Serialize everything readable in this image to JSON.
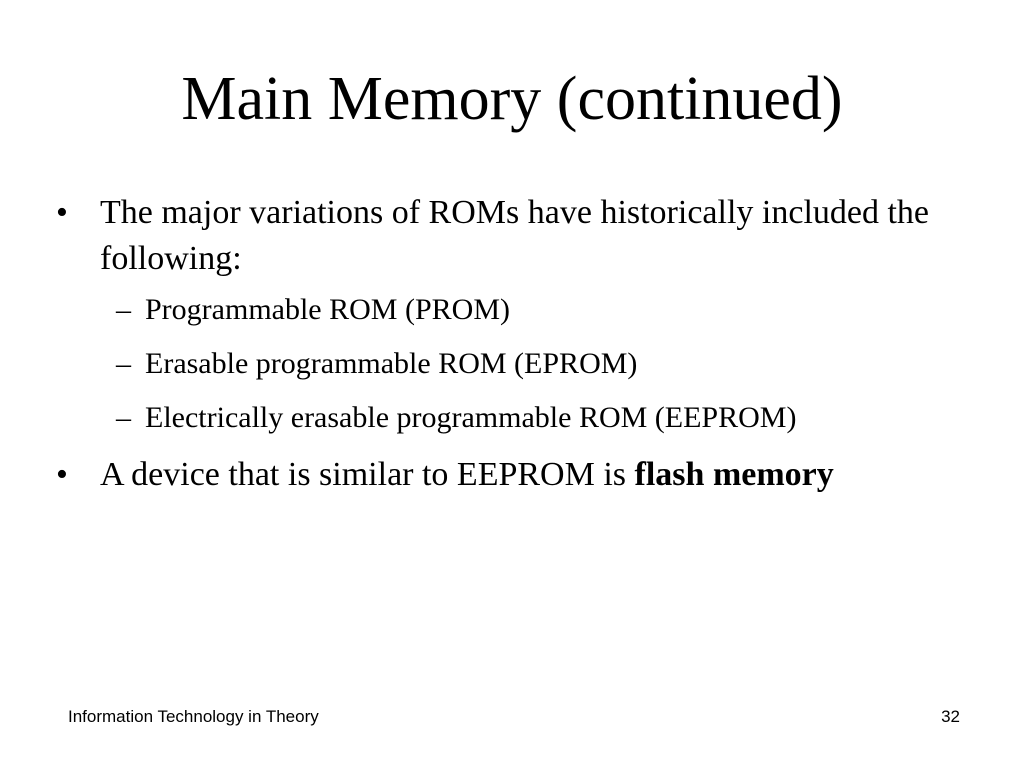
{
  "slide": {
    "title": "Main Memory (continued)",
    "bullets": [
      {
        "marker": "•",
        "text": "The major variations of ROMs have historically included the following:",
        "subitems": [
          {
            "marker": "–",
            "text": "Programmable ROM (PROM)"
          },
          {
            "marker": "–",
            "text": "Erasable programmable ROM (EPROM)"
          },
          {
            "marker": "–",
            "text": "Electrically erasable programmable ROM (EEPROM)"
          }
        ]
      },
      {
        "marker": "•",
        "text_prefix": "A device that is similar to EEPROM is ",
        "text_bold": "flash memory"
      }
    ]
  },
  "footer": {
    "left": "Information Technology in Theory",
    "page_number": "32"
  }
}
